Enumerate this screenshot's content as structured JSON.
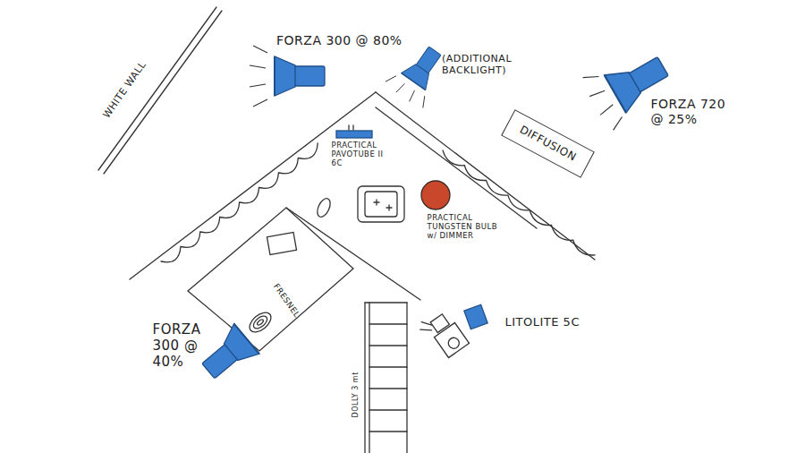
{
  "diagram": {
    "nodes": [
      {
        "text": [
          "DIFFUSION"
        ]
      }
    ],
    "labels": [
      "WHITE WALL",
      "FORZA 300 @ 80%",
      "(ADDITIONAL BACKLIGHT)",
      "FORZA 720 @ 25%",
      "PRACTICAL PAVOTUBE II 6C",
      "PRACTICAL TUNGSTEN BULB w/ DIMMER",
      "FORZA 300 @ 40%",
      "FRESNEL",
      "LITOLITE 5C",
      "DOLLY 3 mt"
    ]
  }
}
